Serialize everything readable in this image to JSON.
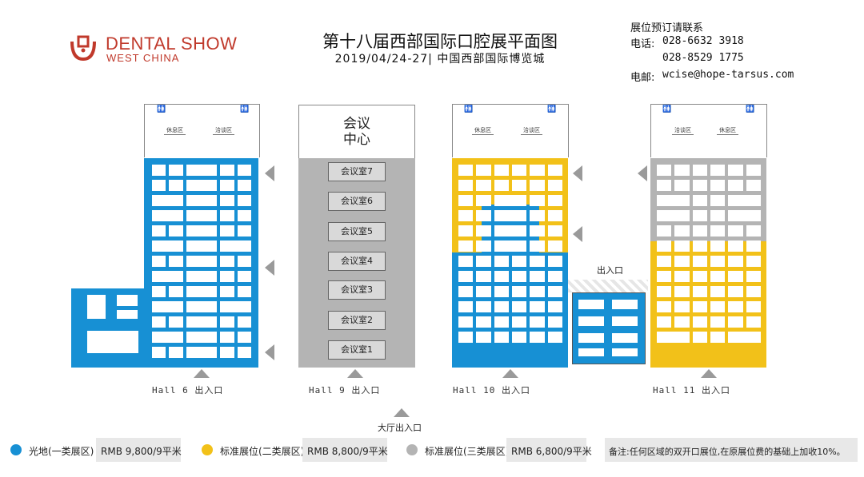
{
  "header": {
    "logo_main": "DENTAL SHOW",
    "logo_sub": "WEST CHINA",
    "title": "第十八届西部国际口腔展平面图",
    "subtitle": "2019/04/24-27| 中国西部国际博览城",
    "contact_title": "展位预订请联系",
    "phone_label": "电话:",
    "phone1": "028-6632 3918",
    "phone2": "028-8529 1775",
    "email_label": "电邮:",
    "email": "wcise@hope-tarsus.com"
  },
  "colors": {
    "blue": "#1790d4",
    "yellow": "#f2c119",
    "gray": "#b4b4b4",
    "accent_red": "#c0392b"
  },
  "halls": {
    "hall6": {
      "label": "Hall 6 出入口",
      "zone_tags": [
        "休息区",
        "洽谈区"
      ]
    },
    "hall9": {
      "label": "Hall 9 出入口",
      "center_title_line1": "会议",
      "center_title_line2": "中心",
      "rooms": [
        "会议室7",
        "会议室6",
        "会议室5",
        "会议室4",
        "会议室3",
        "会议室2",
        "会议室1"
      ]
    },
    "hall10": {
      "label": "Hall 10 出入口",
      "zone_tags": [
        "休息区",
        "洽谈区"
      ]
    },
    "hall11": {
      "label": "Hall 11 出入口",
      "zone_tags": [
        "洽谈区",
        "休息区"
      ]
    },
    "middle_entrance": "出入口",
    "main_entrance": "大厅出入口"
  },
  "legend": [
    {
      "color_key": "blue",
      "label": "光地(一类展区)",
      "price": "RMB 9,800/9平米"
    },
    {
      "color_key": "yellow",
      "label": "标准展位(二类展区)",
      "price": "RMB 8,800/9平米"
    },
    {
      "color_key": "gray",
      "label": "标准展位(三类展区)",
      "price": "RMB 6,800/9平米"
    }
  ],
  "note": "备注:任何区域的双开口展位,在原展位费的基础上加收10%。"
}
